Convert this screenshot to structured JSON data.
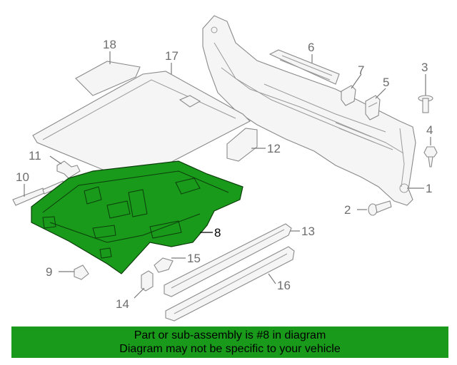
{
  "diagram": {
    "highlighted_part": "8",
    "highlight_color": "#1a9a1a",
    "callouts": [
      {
        "id": "c1",
        "label": "1"
      },
      {
        "id": "c2",
        "label": "2"
      },
      {
        "id": "c3",
        "label": "3"
      },
      {
        "id": "c4",
        "label": "4"
      },
      {
        "id": "c5",
        "label": "5"
      },
      {
        "id": "c6",
        "label": "6"
      },
      {
        "id": "c7",
        "label": "7"
      },
      {
        "id": "c8",
        "label": "8"
      },
      {
        "id": "c9",
        "label": "9"
      },
      {
        "id": "c10",
        "label": "10"
      },
      {
        "id": "c11",
        "label": "11"
      },
      {
        "id": "c12",
        "label": "12"
      },
      {
        "id": "c13",
        "label": "13"
      },
      {
        "id": "c14",
        "label": "14"
      },
      {
        "id": "c15",
        "label": "15"
      },
      {
        "id": "c16",
        "label": "16"
      },
      {
        "id": "c17",
        "label": "17"
      },
      {
        "id": "c18",
        "label": "18"
      }
    ]
  },
  "banner": {
    "line1": "Part or sub-assembly is #8 in diagram",
    "line2": "Diagram may not be specific to your vehicle",
    "background": "#1a9a1a"
  }
}
